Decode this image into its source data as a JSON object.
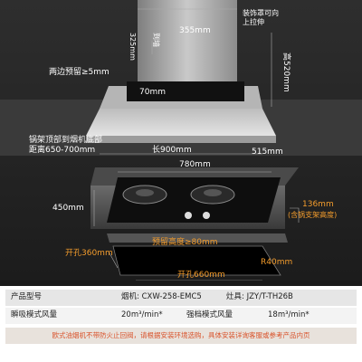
{
  "labels": {
    "decor_cover_note": "装饰罩可向上拉伸",
    "hood_top_width": "355mm",
    "plenum_depth": "325mm",
    "plenum_label": "到墙",
    "height_total": "高520mm",
    "side_clearance": "两边预留≥5mm",
    "panel_gap": "70mm",
    "bracket_distance_line1": "锅架顶部到烟机底部",
    "bracket_distance_line2": "距离650-700mm",
    "hood_length": "长900mm",
    "hood_depth": "515mm",
    "hob_width": "780mm",
    "hob_depth": "450mm",
    "hob_height": "136mm",
    "hob_height_note": "(含锅支架高度)",
    "cutout_height": "开孔360mm",
    "reserve_height": "预留高度≥80mm",
    "cutout_width": "开孔660mm",
    "corner_radius": "R40mm"
  },
  "spec": {
    "row1": {
      "model_label": "产品型号",
      "hood_model": "烟机: CXW-258-EMC5",
      "hob_model": "灶具: JZY/T-TH26B"
    },
    "row2": {
      "instant_label": "瞬吸模式风量",
      "instant_value": "20m³/min*",
      "strong_label": "强档模式风量",
      "strong_value": "18m³/min*"
    },
    "footer_note": "欧式油烟机不带防火止回阀，请根据安装环境选购，具体安装详询客服或参考产品内页"
  },
  "colors": {
    "accent": "#f39c2c",
    "warning_text": "#d9532b"
  }
}
